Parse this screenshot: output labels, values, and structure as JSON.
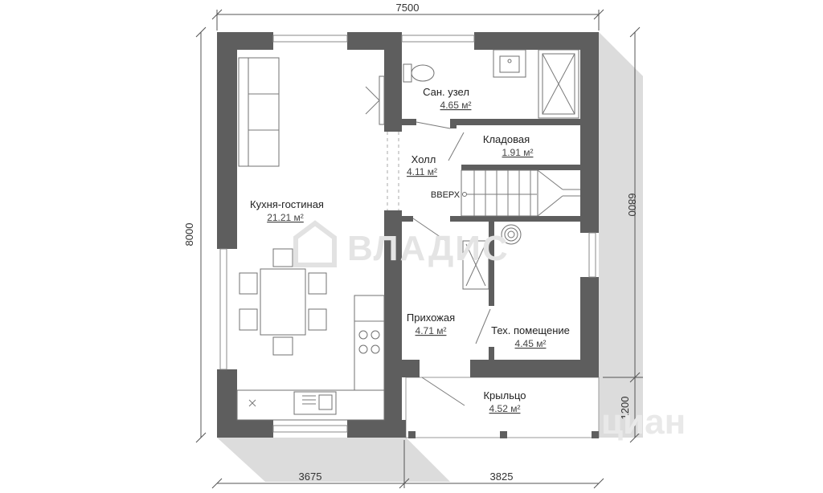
{
  "dimensions": {
    "top_width": "7500",
    "left_height": "8000",
    "right_height": "6800",
    "right_porch": "1200",
    "bottom_left": "3675",
    "bottom_right": "3825"
  },
  "rooms": [
    {
      "id": "bathroom",
      "name": "Сан. узел",
      "area": "4.65 м²"
    },
    {
      "id": "storage",
      "name": "Кладовая",
      "area": "1.91 м²"
    },
    {
      "id": "hall",
      "name": "Холл",
      "area": "4.11 м²"
    },
    {
      "id": "kitchen",
      "name": "Кухня-гостиная",
      "area": "21.21 м²"
    },
    {
      "id": "entrance",
      "name": "Прихожая",
      "area": "4.71 м²"
    },
    {
      "id": "tech",
      "name": "Тех. помещение",
      "area": "4.45 м²"
    },
    {
      "id": "porch",
      "name": "Крыльцо",
      "area": "4.52 м²"
    }
  ],
  "stairs_label": "ВВЕРХ",
  "watermarks": {
    "main": "ВЛАДИС",
    "corner": "циан"
  }
}
